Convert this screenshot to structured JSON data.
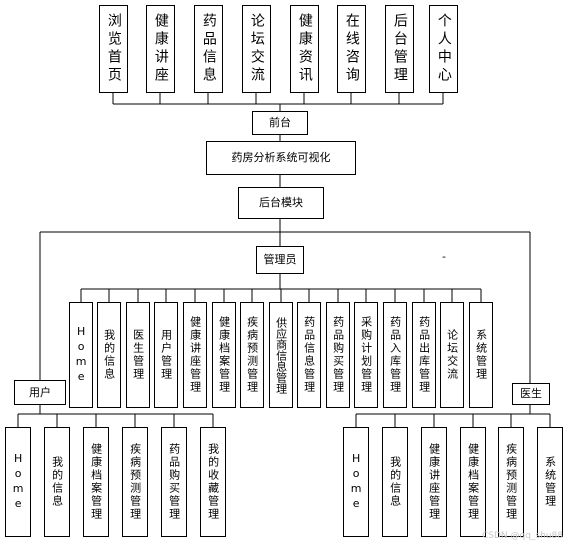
{
  "top_modules": [
    "浏览首页",
    "健康讲座",
    "药品信息",
    "论坛交流",
    "健康资讯",
    "在线咨询",
    "后台管理",
    "个人中心"
  ],
  "front": "前台",
  "system": "药房分析系统可视化",
  "backend": "后台模块",
  "admin": "管理员",
  "admin_modules": [
    "Home",
    "我的信息",
    "医生管理",
    "用户管理",
    "健康讲座管理",
    "健康档案管理",
    "疾病预测管理",
    "供应商信息管理",
    "药品信息管理",
    "药品购买管理",
    "采购计划管理",
    "药品入库管理",
    "药品出库管理",
    "论坛交流",
    "系统管理"
  ],
  "user": "用户",
  "user_modules": [
    "Home",
    "我的信息",
    "健康档案管理",
    "疾病预测管理",
    "药品购买管理",
    "我的收藏管理"
  ],
  "doctor": "医生",
  "doctor_modules": [
    "Home",
    "我的信息",
    "健康讲座管理",
    "健康档案管理",
    "疾病预测管理",
    "系统管理"
  ],
  "dash_mark": "-",
  "watermark": "CSDN @qq_shu88"
}
